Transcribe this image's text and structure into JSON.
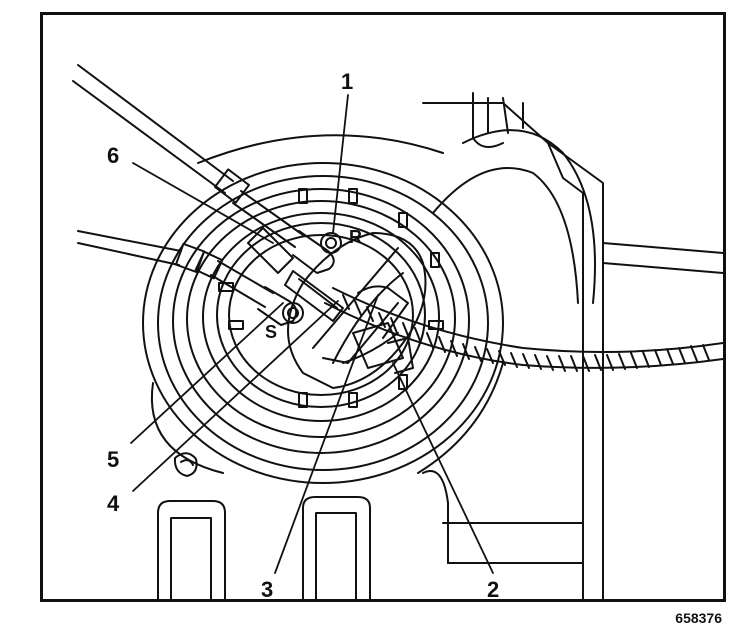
{
  "diagram": {
    "callouts": [
      {
        "id": "c1",
        "label": "1"
      },
      {
        "id": "c2",
        "label": "2"
      },
      {
        "id": "c3",
        "label": "3"
      },
      {
        "id": "c4",
        "label": "4"
      },
      {
        "id": "c5",
        "label": "5"
      },
      {
        "id": "c6",
        "label": "6"
      }
    ],
    "port_labels": {
      "return": "R",
      "supply": "S"
    },
    "figure_id": "658376"
  },
  "colors": {
    "ink": "#111111",
    "paper": "#ffffff"
  }
}
